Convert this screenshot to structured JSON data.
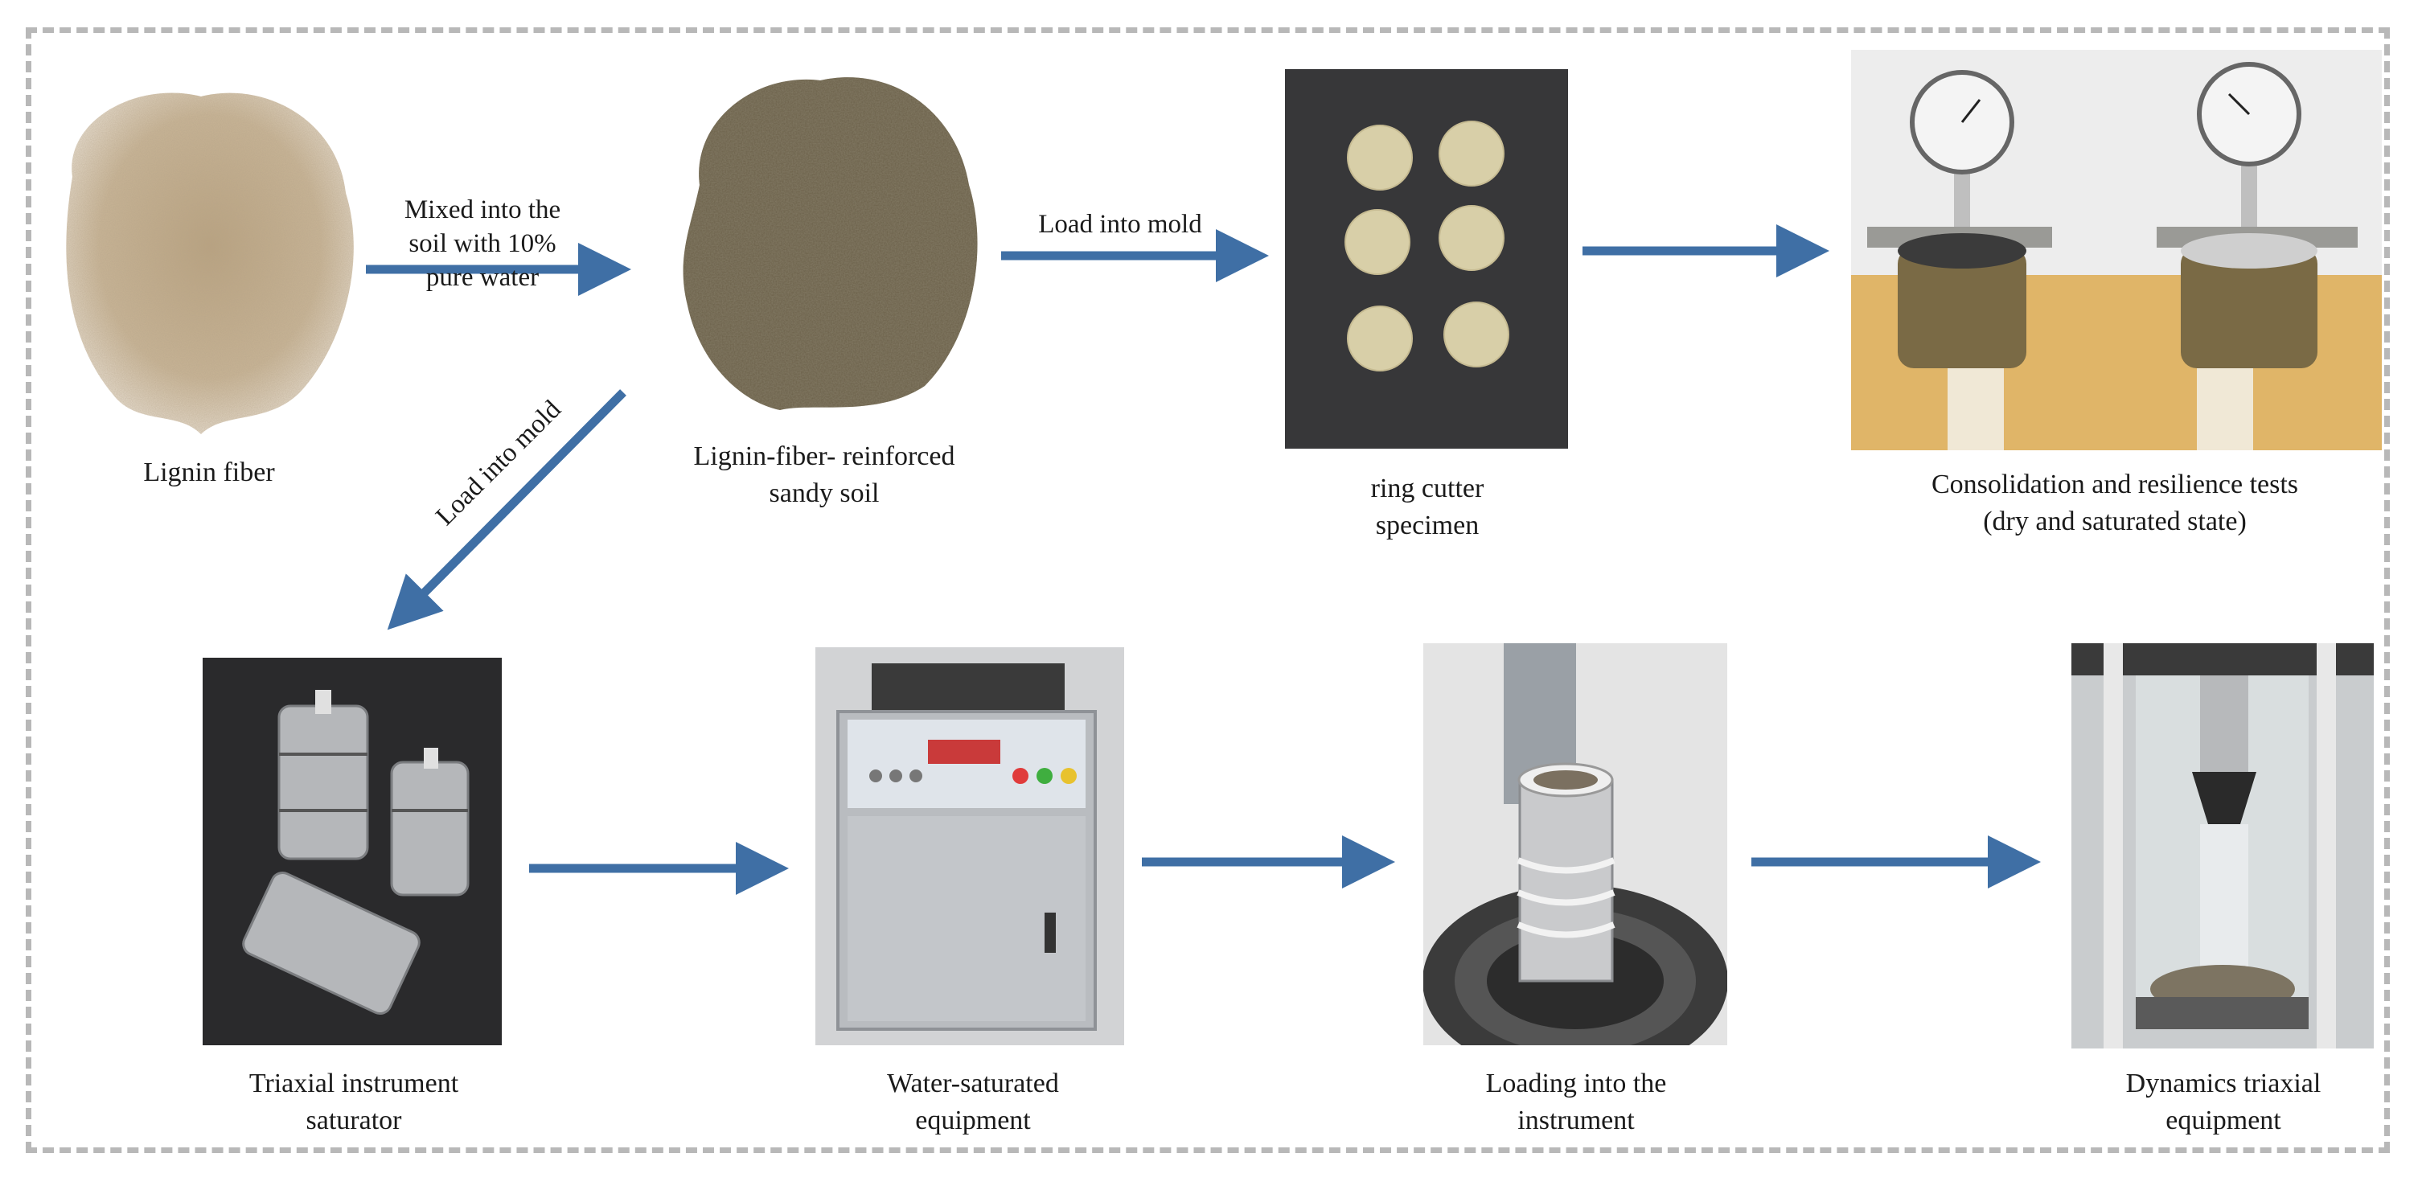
{
  "steps": {
    "lignin_fiber": {
      "label": [
        "Lignin fiber"
      ]
    },
    "reinforced_soil": {
      "label": [
        "Lignin-fiber- reinforced",
        "sandy soil"
      ]
    },
    "ring_cutter": {
      "label": [
        "ring cutter",
        "specimen"
      ]
    },
    "consolidation": {
      "label": [
        "Consolidation and resilience tests",
        "(dry and saturated state)"
      ]
    },
    "triaxial_saturator": {
      "label": [
        "Triaxial instrument",
        "saturator"
      ]
    },
    "water_saturated": {
      "label": [
        "Water-saturated",
        "equipment"
      ]
    },
    "loading": {
      "label": [
        "Loading into the",
        "instrument"
      ]
    },
    "dynamics_triaxial": {
      "label": [
        "Dynamics triaxial",
        "equipment"
      ]
    }
  },
  "arrows": {
    "mix": [
      "Mixed into the",
      "soil with 10%",
      "pure water"
    ],
    "load_mold_top": "Load into mold",
    "load_mold_diag": "Load into mold"
  },
  "colors": {
    "arrow": "#3f6fa5",
    "frame": "#b8b8b8"
  }
}
